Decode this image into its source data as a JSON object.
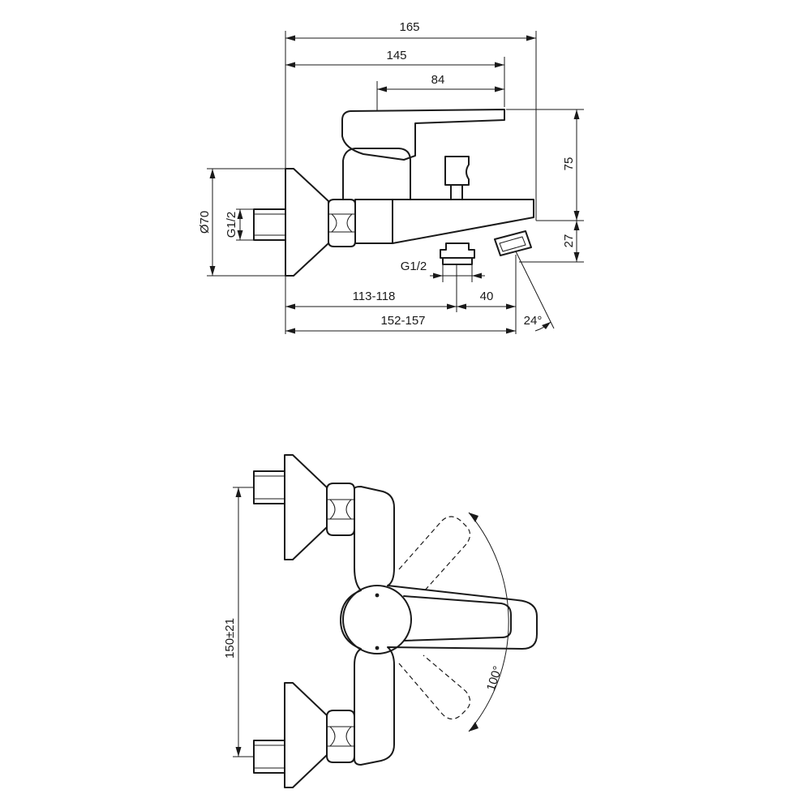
{
  "side_view": {
    "dim_overall_length": "165",
    "dim_lever_tip": "145",
    "dim_lever_length": "84",
    "dim_height": "75",
    "dim_spout_drop": "27",
    "dim_flange_diameter": "Ø70",
    "dim_inlet_thread": "G1/2",
    "dim_outlet_thread": "G1/2",
    "dim_wall_to_outlet": "113-118",
    "dim_outlet_offset": "40",
    "dim_wall_to_spout": "152-157",
    "dim_spout_angle": "24°"
  },
  "top_view": {
    "dim_centres": "150±21",
    "dim_lever_rotation": "100°"
  }
}
